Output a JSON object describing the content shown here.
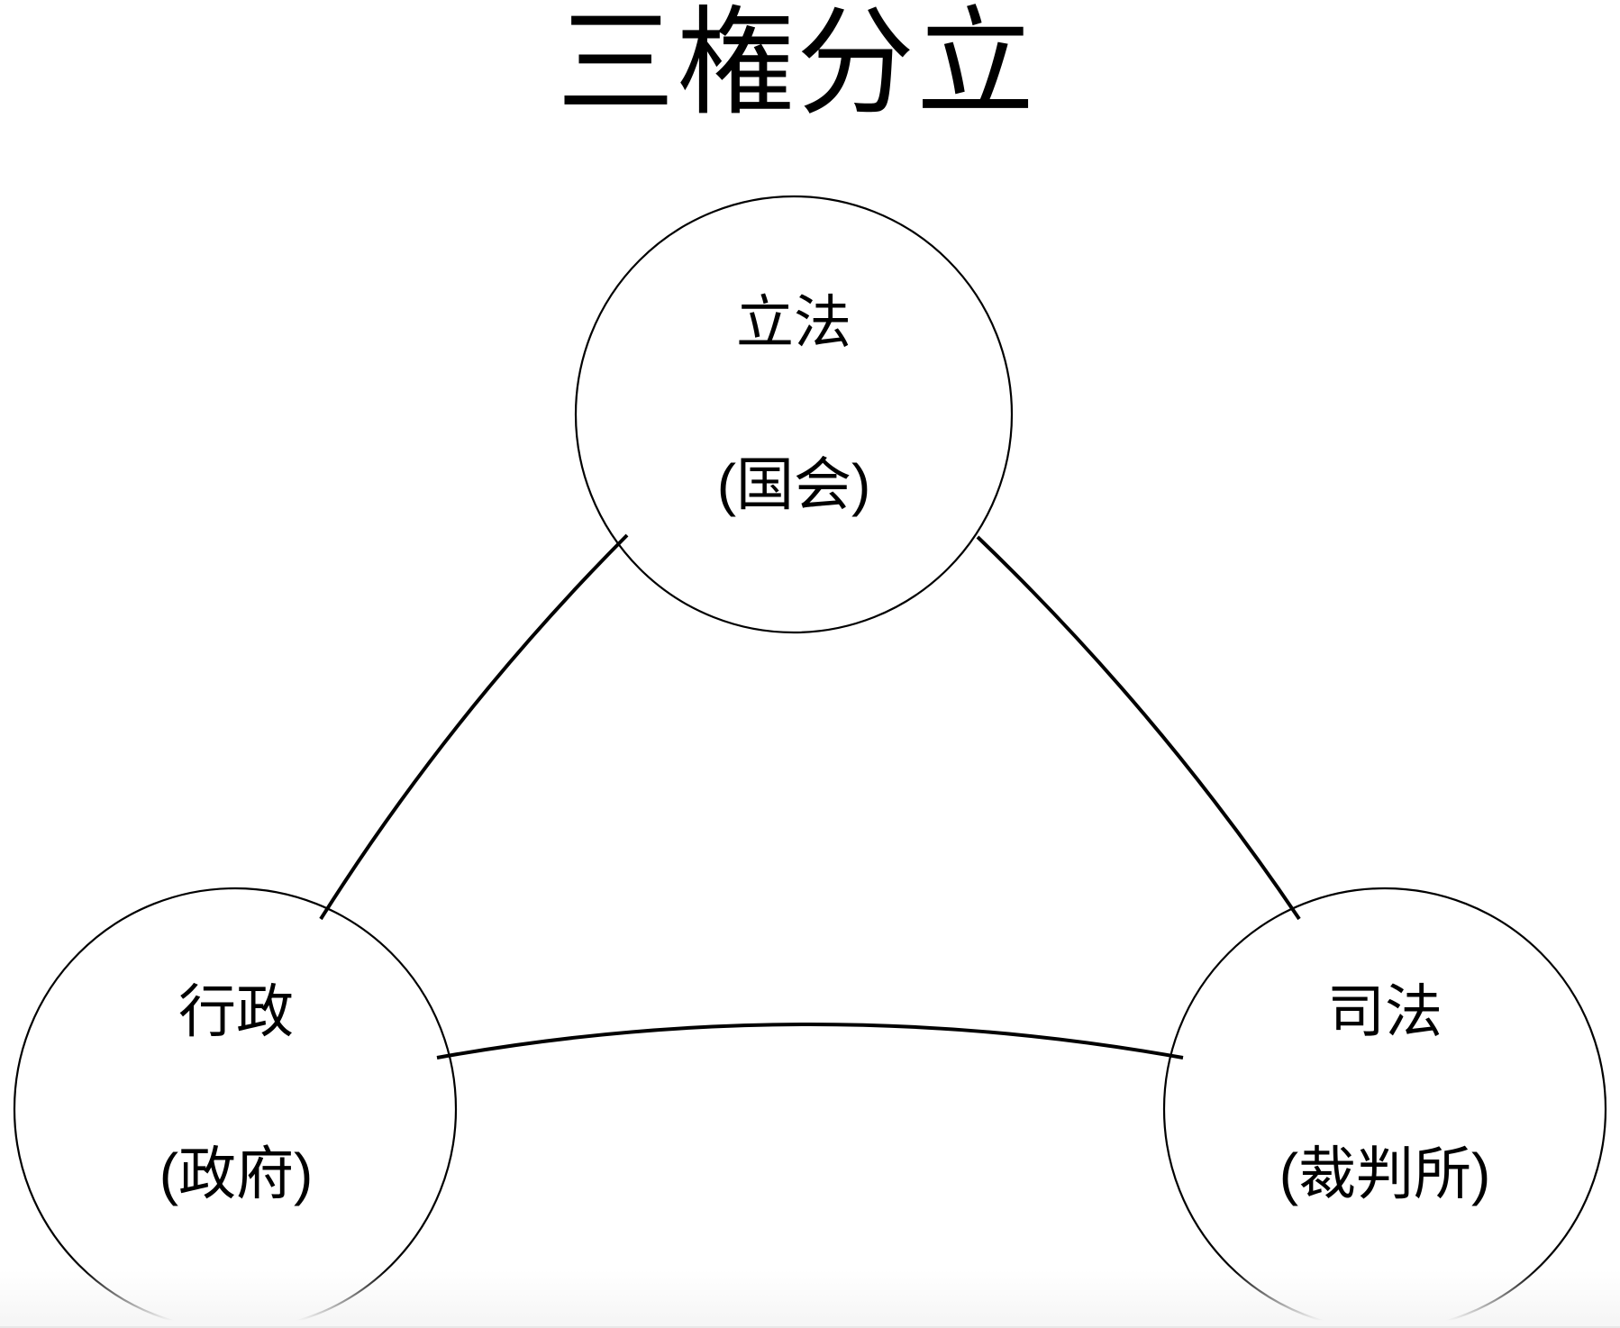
{
  "title": "三権分立",
  "colors": {
    "background": "#FFFFFF",
    "line": "#000000",
    "text": "#000000"
  },
  "diagram": {
    "type": "triangle-relationship-diagram",
    "nodes": [
      {
        "id": "legislative",
        "label": "立法",
        "sublabel": "(国会)"
      },
      {
        "id": "executive",
        "label": "行政",
        "sublabel": "(政府)"
      },
      {
        "id": "judicial",
        "label": "司法",
        "sublabel": "(裁判所)"
      }
    ],
    "connections": [
      {
        "from": "立法",
        "to": "行政"
      },
      {
        "from": "立法",
        "to": "司法"
      },
      {
        "from": "行政",
        "to": "司法"
      }
    ]
  }
}
